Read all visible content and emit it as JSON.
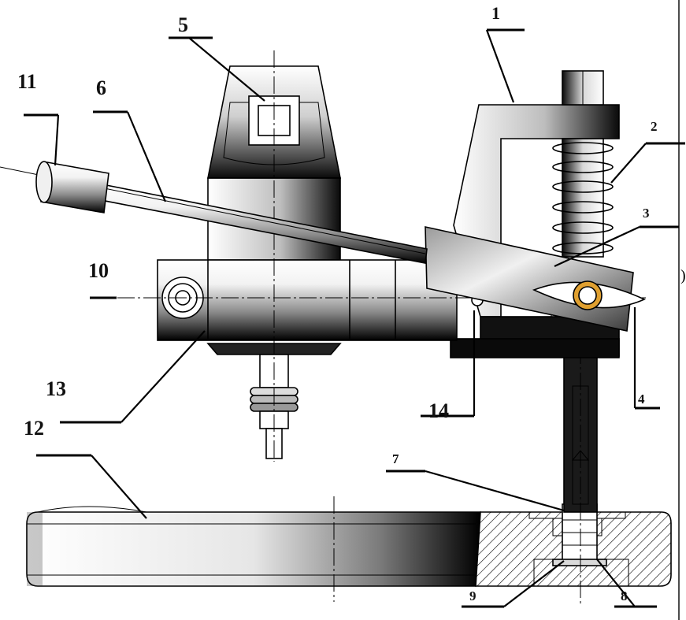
{
  "figure": {
    "top_caption": "",
    "right_edge_text": ")",
    "labels": {
      "l1": "1",
      "l2": "2",
      "l3": "3",
      "l4": "4",
      "l5": "5",
      "l6": "6",
      "l7": "7",
      "l8": "8",
      "l9": "9",
      "l10": "10",
      "l11": "11",
      "l12": "12",
      "l13": "13",
      "l14": "14"
    }
  },
  "colors": {
    "ink": "#000000",
    "metal_light": "#f4f4f4",
    "metal_dark": "#111111",
    "hatch": "#000000"
  }
}
